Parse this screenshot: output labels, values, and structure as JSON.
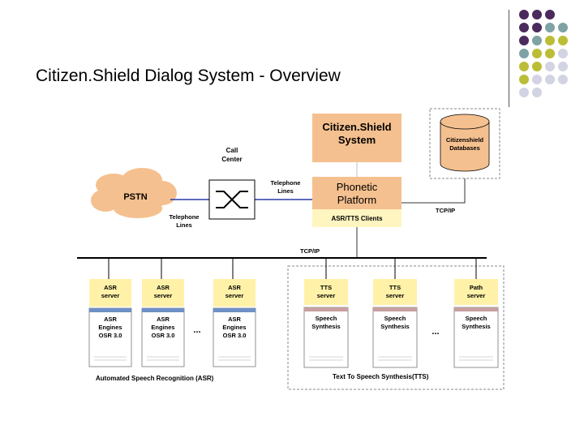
{
  "slide": {
    "title": "Citizen.Shield Dialog System - Overview"
  },
  "colors": {
    "purple": "#4b2a5c",
    "teal": "#7fa2a5",
    "olive": "#bcbd37",
    "lavender": "#d2d3e3",
    "orange_box": "#f5c08f",
    "yellow_box": "#fff5c0",
    "asr_yellow": "#fff1a8",
    "cloud": "#f5c08f",
    "tts_header": "#c7a0a0",
    "asr_header": "#6e91c6"
  },
  "decor": {
    "dot_grid": [
      [
        "purple",
        "purple",
        "purple",
        "none"
      ],
      [
        "purple",
        "purple",
        "teal",
        "teal"
      ],
      [
        "purple",
        "teal",
        "olive",
        "olive"
      ],
      [
        "teal",
        "olive",
        "olive",
        "lavender"
      ],
      [
        "olive",
        "olive",
        "lavender",
        "lavender"
      ],
      [
        "olive",
        "lavender",
        "lavender",
        "lavender"
      ],
      [
        "lavender",
        "lavender",
        "none",
        "none"
      ]
    ]
  },
  "diagram": {
    "citizenshield_system": "Citizen.Shield System",
    "database": "Citizenshield Databases",
    "phonetic_platform": "Phonetic Platform",
    "asr_tts_clients": "ASR/TTS Clients",
    "pstn": "PSTN",
    "call_center": "Call Center",
    "telephone_lines_top": "Telephone Lines",
    "telephone_lines_bottom": "Telephone Lines",
    "tcpip_right": "TCP/IP",
    "tcpip_bus": "TCP/IP",
    "asr_servers": [
      {
        "label": "ASR server",
        "engine": "ASR Engines OSR 3.0"
      },
      {
        "label": "ASR server",
        "engine": "ASR Engines OSR 3.0"
      },
      {
        "label": "ASR server",
        "engine": "ASR Engines OSR 3.0"
      }
    ],
    "tts_servers": [
      {
        "label": "TTS server",
        "engine": "Speech Synthesis"
      },
      {
        "label": "TTS server",
        "engine": "Speech Synthesis"
      },
      {
        "label": "Path server",
        "engine": "Speech Synthesis"
      }
    ],
    "ellipsis": "...",
    "asr_group_label": "Automated Speech Recognition (ASR)",
    "tts_group_label": "Text To Speech Synthesis(TTS)"
  }
}
